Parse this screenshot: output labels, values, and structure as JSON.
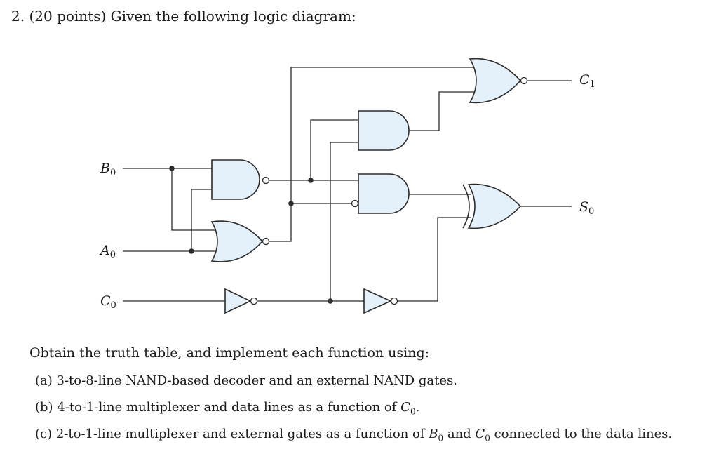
{
  "question": {
    "number": "2.",
    "points": "(20 points)",
    "prompt": "Given the following logic diagram:"
  },
  "diagram": {
    "inputs": [
      {
        "var": "B",
        "sub": "0"
      },
      {
        "var": "A",
        "sub": "0"
      },
      {
        "var": "C",
        "sub": "0"
      }
    ],
    "outputs": [
      {
        "var": "C",
        "sub": "1"
      },
      {
        "var": "S",
        "sub": "0"
      }
    ]
  },
  "instructions": "Obtain the truth table, and implement each function using:",
  "parts": [
    {
      "label": "(a)",
      "text": "3-to-8-line NAND-based decoder and an external NAND gates."
    },
    {
      "label": "(b)",
      "pre": "4-to-1-line multiplexer and data lines as a function of ",
      "var": "C",
      "sub": "0",
      "post": "."
    },
    {
      "label": "(c)",
      "pre": "2-to-1-line multiplexer and external gates as a function of ",
      "var1": "B",
      "sub1": "0",
      "mid": " and ",
      "var2": "C",
      "sub2": "0",
      "post": " connected to the data lines."
    }
  ]
}
